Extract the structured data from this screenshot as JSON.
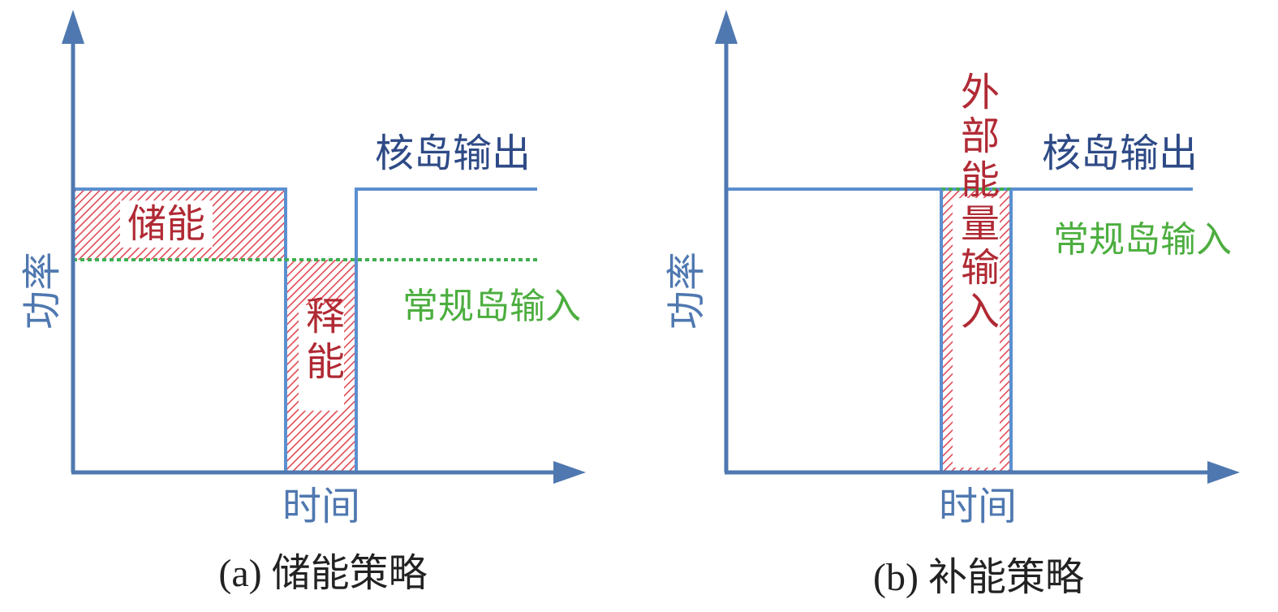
{
  "colors": {
    "axis": "#4f78b0",
    "core_line": "#5b8fd0",
    "conventional_line": "#3fae4f",
    "hatch": "#e14a55",
    "hatch_text": "#b02a34",
    "core_label": "#2e4a86",
    "conventional_label": "#4cae3f",
    "axis_label": "#4f78b0",
    "caption": "#222222"
  },
  "panel_a": {
    "y_axis_label": "功率",
    "x_axis_label": "时间",
    "core_label": "核岛输出",
    "conventional_label": "常规岛输入",
    "storage_label": "储能",
    "release_label": "释能",
    "caption": "(a) 储能策略"
  },
  "panel_b": {
    "y_axis_label": "功率",
    "x_axis_label": "时间",
    "core_label": "核岛输出",
    "conventional_label": "常规岛输入",
    "external_label": "外部能量输入",
    "caption": "(b) 补能策略"
  }
}
